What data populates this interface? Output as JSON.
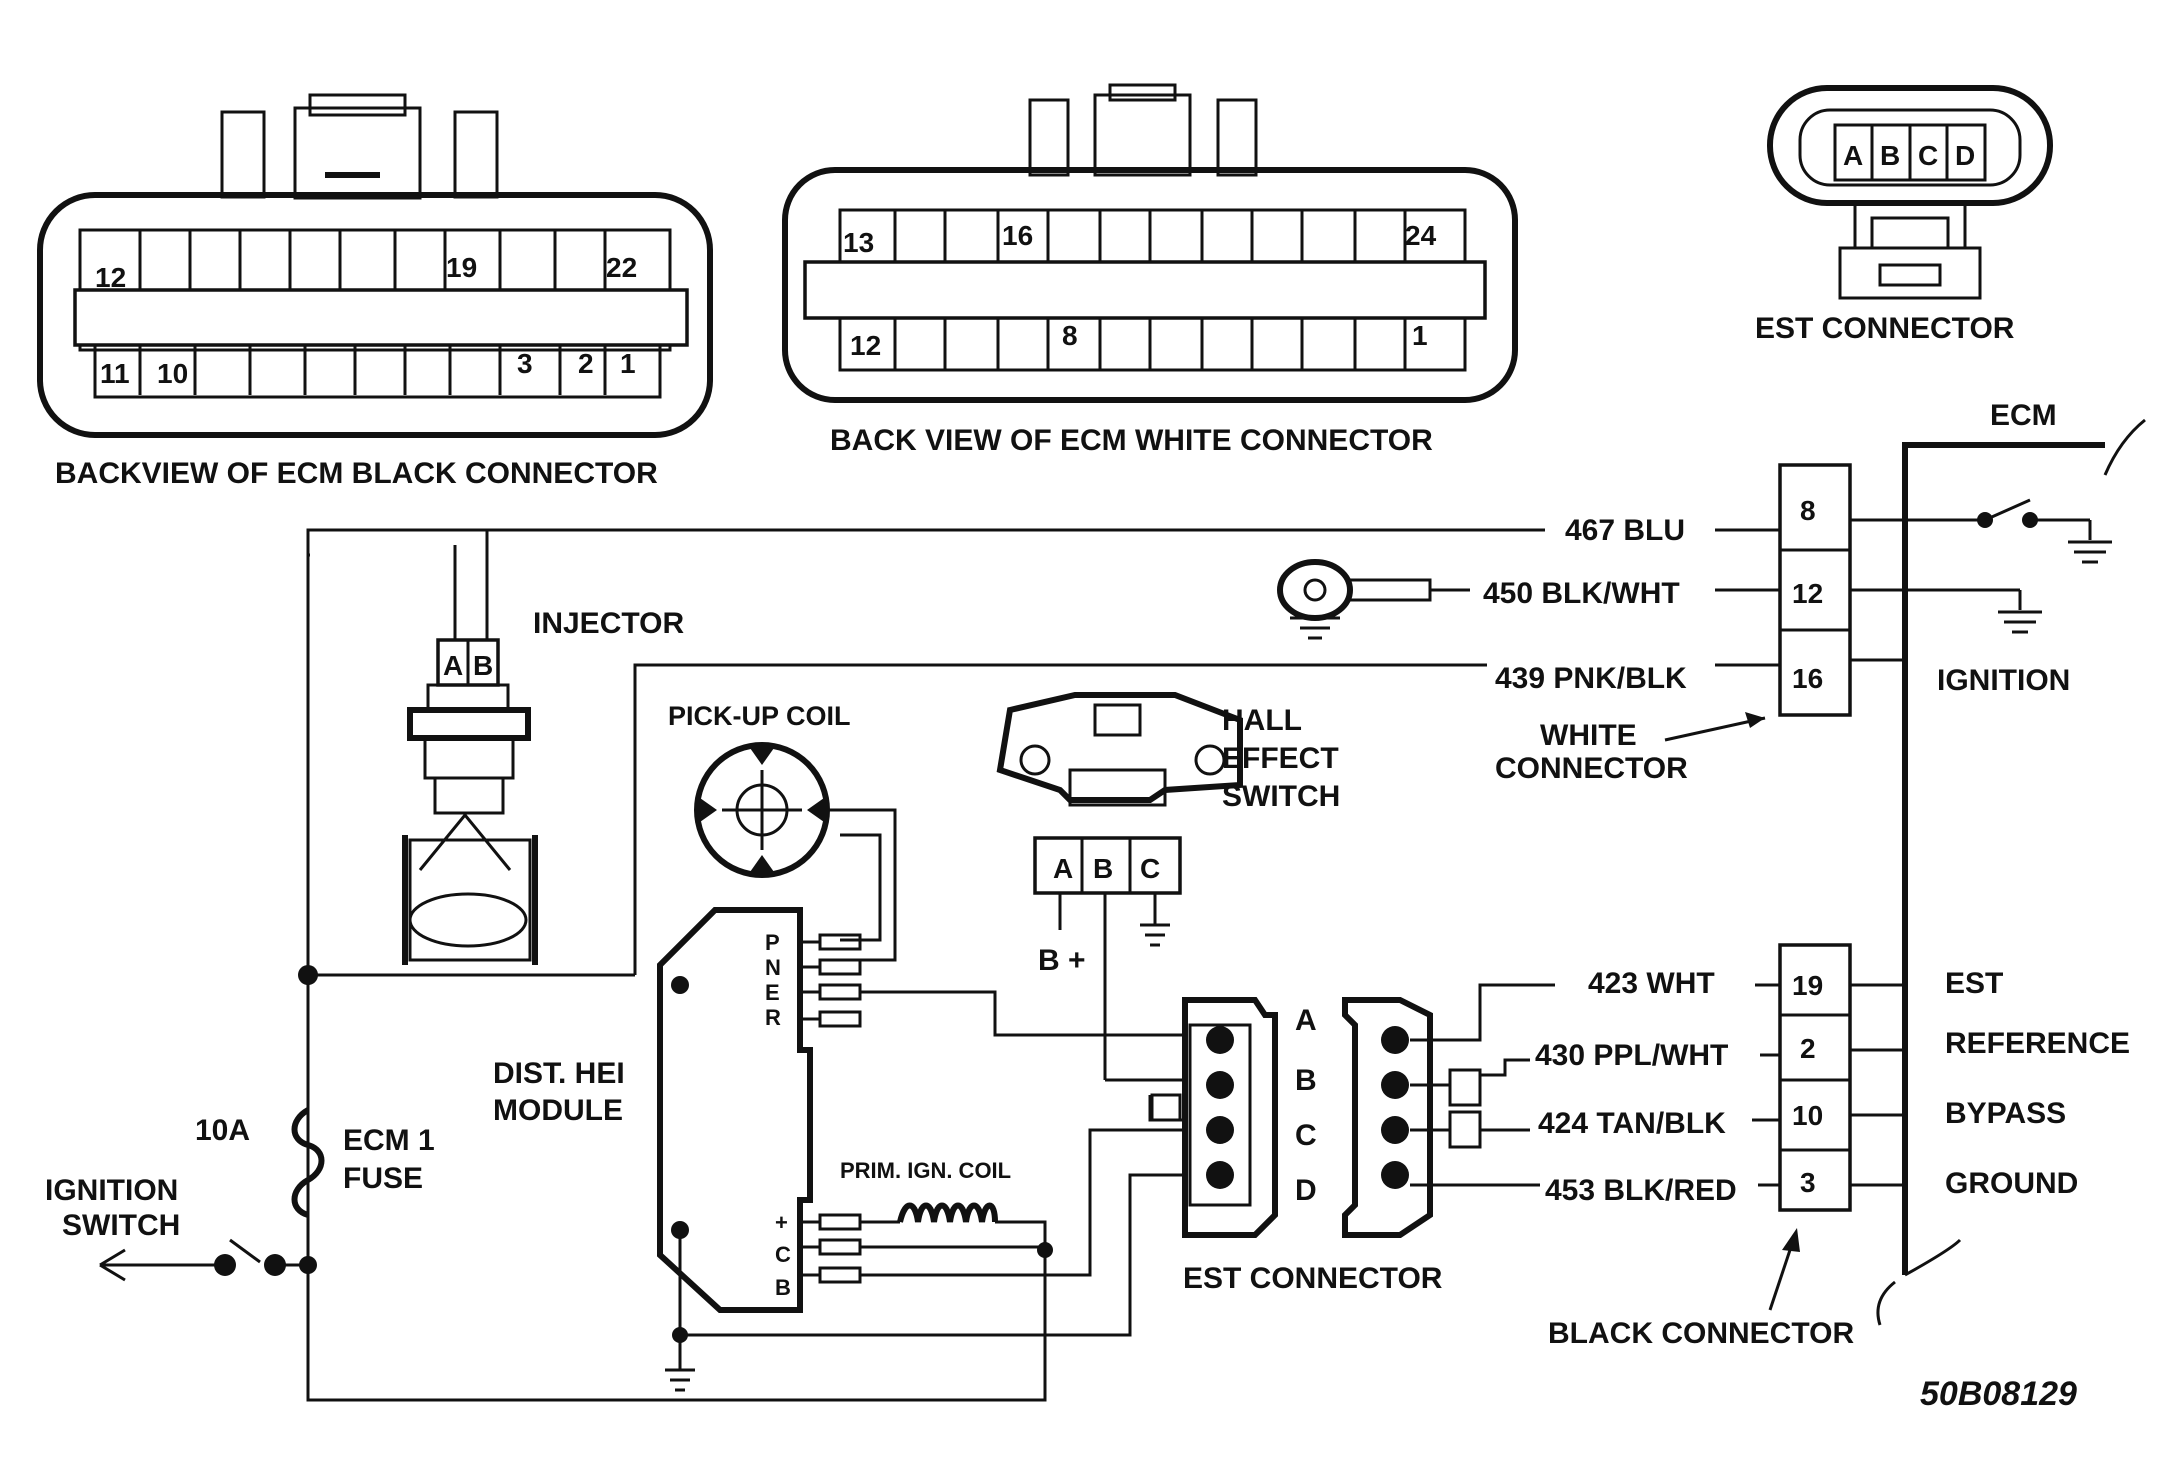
{
  "black_connector_view": {
    "caption": "BACKVIEW OF ECM BLACK CONNECTOR",
    "top_pins": [
      "12",
      "19",
      "22"
    ],
    "bottom_pins": [
      "11",
      "10",
      "3",
      "2",
      "1"
    ]
  },
  "white_connector_view": {
    "caption": "BACK VIEW OF ECM WHITE CONNECTOR",
    "top_pins": [
      "13",
      "16",
      "24"
    ],
    "bottom_pins": [
      "12",
      "8",
      "1"
    ]
  },
  "est_connector_view": {
    "caption": "EST CONNECTOR",
    "pins": [
      "A",
      "B",
      "C",
      "D"
    ]
  },
  "ecm": {
    "label": "ECM",
    "white_connector": {
      "label": "WHITE\nCONNECTOR",
      "line1": "WHITE",
      "line2": "CONNECTOR",
      "pins": [
        {
          "pin": "8",
          "wire": "467 BLU",
          "function": ""
        },
        {
          "pin": "12",
          "wire": "450 BLK/WHT",
          "function": ""
        },
        {
          "pin": "16",
          "wire": "439 PNK/BLK",
          "function": "IGNITION"
        }
      ]
    },
    "black_connector": {
      "label": "BLACK CONNECTOR",
      "pins": [
        {
          "pin": "19",
          "wire": "423 WHT",
          "function": "EST"
        },
        {
          "pin": "2",
          "wire": "430 PPL/WHT",
          "function": "REFERENCE"
        },
        {
          "pin": "10",
          "wire": "424 TAN/BLK",
          "function": "BYPASS"
        },
        {
          "pin": "3",
          "wire": "453 BLK/RED",
          "function": "GROUND"
        }
      ]
    }
  },
  "injector": {
    "label": "INJECTOR",
    "pins": [
      "A",
      "B"
    ]
  },
  "pickup_coil": {
    "label": "PICK-UP COIL"
  },
  "hall_switch": {
    "line1": "HALL",
    "line2": "EFFECT",
    "line3": "SWITCH",
    "pins": [
      "A",
      "B",
      "C"
    ],
    "supply": "B +"
  },
  "hei_module": {
    "line1": "DIST. HEI",
    "line2": "MODULE",
    "upper_pins": [
      "P",
      "N",
      "E",
      "R"
    ],
    "lower_pins": [
      "+",
      "C",
      "B"
    ]
  },
  "prim_coil": {
    "label": "PRIM. IGN. COIL"
  },
  "est_connector": {
    "label": "EST CONNECTOR",
    "pins": [
      "A",
      "B",
      "C",
      "D"
    ]
  },
  "fuse": {
    "rating": "10A",
    "line1": "ECM 1",
    "line2": "FUSE"
  },
  "ignition_switch": {
    "line1": "IGNITION",
    "line2": "SWITCH"
  },
  "figure_id": "50B08129"
}
